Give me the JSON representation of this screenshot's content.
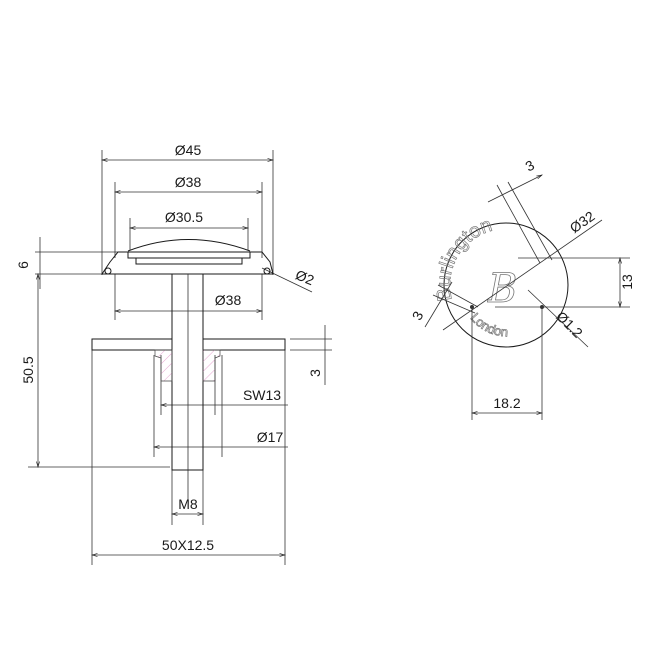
{
  "drawing": {
    "side_view": {
      "dimensions": {
        "outer_diameter": "Ø45",
        "cap_diameter": "Ø38",
        "dome_diameter": "Ø30.5",
        "cap_height": "6",
        "oring": "Ø2",
        "base_diameter": "Ø38",
        "overall_height": "50.5",
        "plate_thickness": "3",
        "wrench_size": "SW13",
        "nut_diameter": "Ø17",
        "thread": "M8",
        "glass_range": "50X12.5"
      }
    },
    "top_view": {
      "dimensions": {
        "top_offset": "3",
        "diameter": "Ø32",
        "height_offset": "13",
        "left_offset": "3",
        "hole_diameter": "Ø1.2",
        "hole_spacing": "18.2"
      },
      "logo": {
        "brand": "Burlington",
        "city": "London",
        "monogram": "B"
      }
    },
    "colors": {
      "line": "#1a1a1a",
      "nut_hatch": "#e6a6d2"
    }
  }
}
